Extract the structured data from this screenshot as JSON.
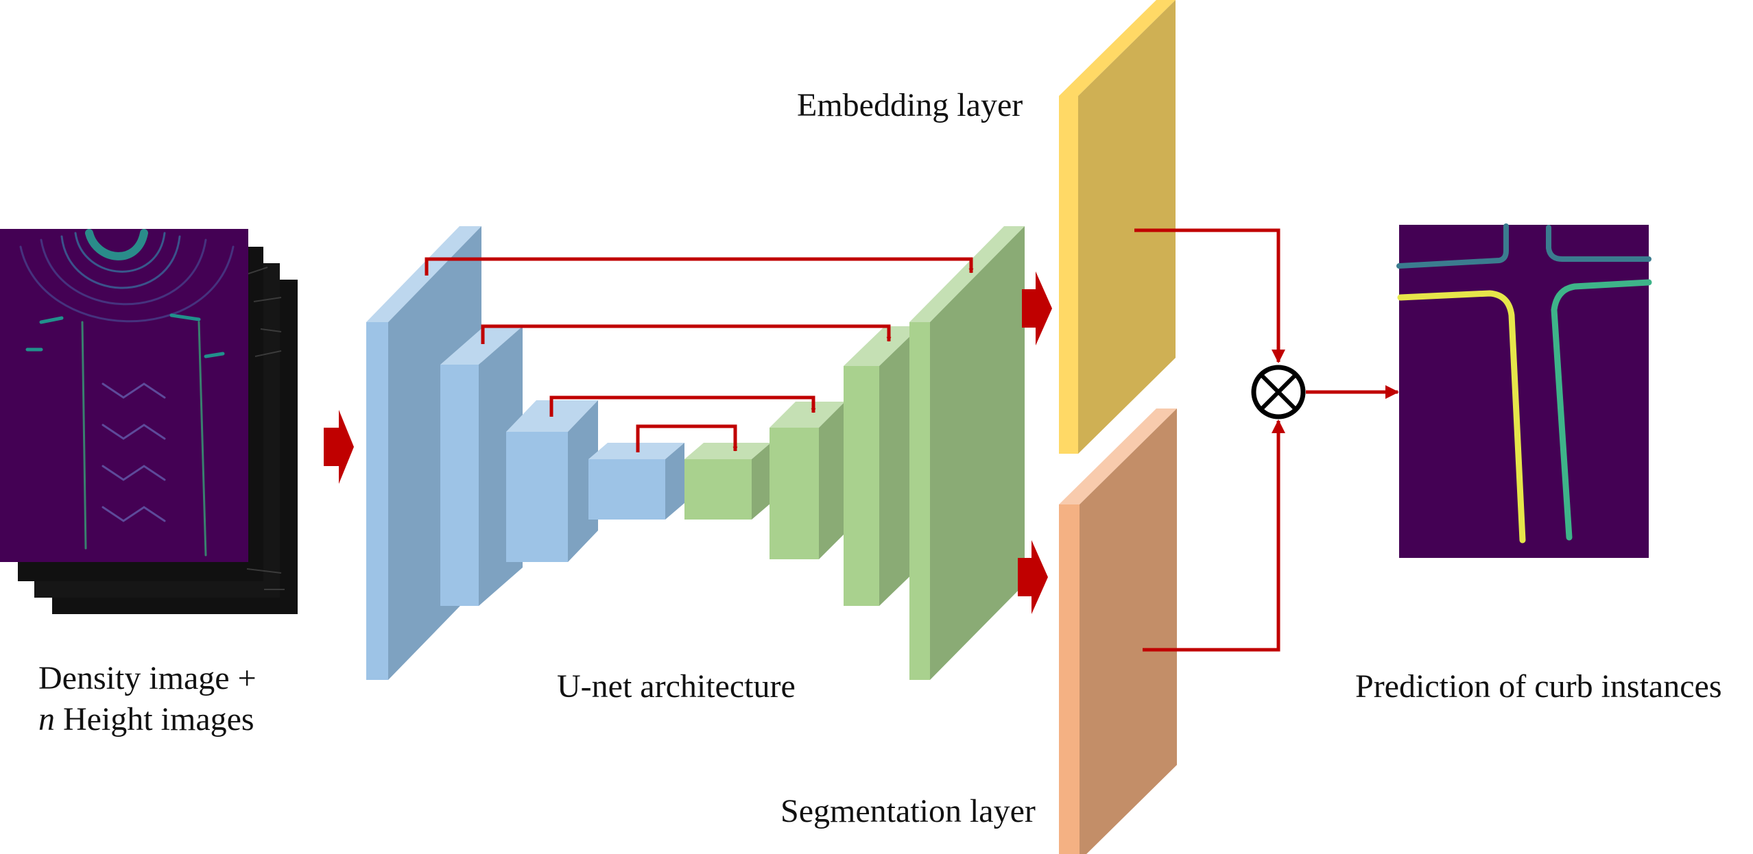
{
  "labels": {
    "input_line1": "Density image +",
    "input_line2_italic": "n",
    "input_line2_rest": " Height images",
    "unet": "U-net architecture",
    "embedding": "Embedding layer",
    "segmentation": "Segmentation layer",
    "prediction": "Prediction of curb instances"
  },
  "colors": {
    "encoder": "#9dc3e6",
    "decoder": "#a9d18e",
    "embedding": "#ffd966",
    "segmentation": "#f4b183",
    "arrow": "#c00000",
    "input_image_bg": "#440154",
    "input_stack": "#111111",
    "prediction_bg": "#440154",
    "curb_yellow": "#e6e64a",
    "curb_green": "#3eb489",
    "curb_teal": "#3b7c8f"
  },
  "icons": {
    "combine": "circled-times-icon"
  }
}
